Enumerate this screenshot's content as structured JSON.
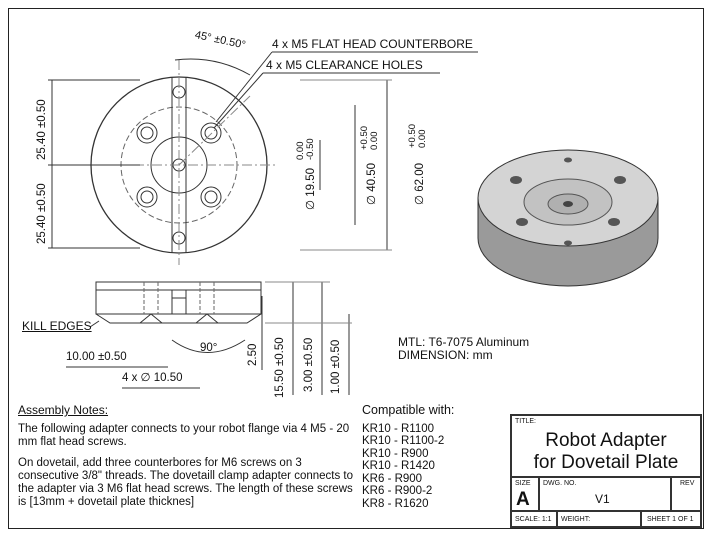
{
  "callouts": {
    "counterbore": "4 x M5 FLAT HEAD COUNTERBORE",
    "clearance": "4 x M5 CLEARANCE HOLES",
    "angle": "45° ±0.50°",
    "kill_edges": "KILL EDGES"
  },
  "dims_top": {
    "left_upper": "25.40 ±0.50",
    "left_lower": "25.40 ±0.50",
    "d19": "∅ 19.50",
    "d19_tol": "0.00\n-0.50",
    "d40": "∅ 40.50",
    "d40_tol": "+0.50\n0.00",
    "d62": "∅ 62.00",
    "d62_tol": "+0.50\n0.00"
  },
  "dims_side": {
    "width": "10.00 ±0.50",
    "holes": "4 x ∅ 10.50",
    "angle": "90°",
    "h250": "2.50",
    "h1550": "15.50 ±0.50",
    "h300": "3.00 ±0.50",
    "h100": "1.00 ±0.50"
  },
  "material": {
    "mtl": "MTL:  T6-7075 Aluminum",
    "dim": "DIMENSION: mm"
  },
  "notes": {
    "heading": "Assembly Notes:",
    "p1": "The following adapter connects to your robot flange via 4 M5 - 20 mm flat head screws.",
    "p2": "On dovetail, add three counterbores for M6 screws on 3 consecutive 3/8\" threads. The dovetaill clamp adapter connects to the adapter via 3 M6 flat head screws. The length of these screws is [13mm + dovetail plate thicknes]"
  },
  "compatible": {
    "heading": "Compatible with:",
    "items": [
      "KR10 - R1100",
      "KR10 - R1100-2",
      "KR10 - R900",
      "KR10 - R1420",
      "KR6 - R900",
      "KR6 - R900-2",
      "KR8 - R1620"
    ]
  },
  "title_block": {
    "title_label": "TITLE:",
    "title_line1": "Robot Adapter",
    "title_line2": "for Dovetail Plate",
    "size_label": "SIZE",
    "size": "A",
    "dwg_label": "DWG.  NO.",
    "dwg_no": "V1",
    "rev_label": "REV",
    "scale": "SCALE: 1:1",
    "weight": "WEIGHT:",
    "sheet": "SHEET 1 OF 1"
  }
}
